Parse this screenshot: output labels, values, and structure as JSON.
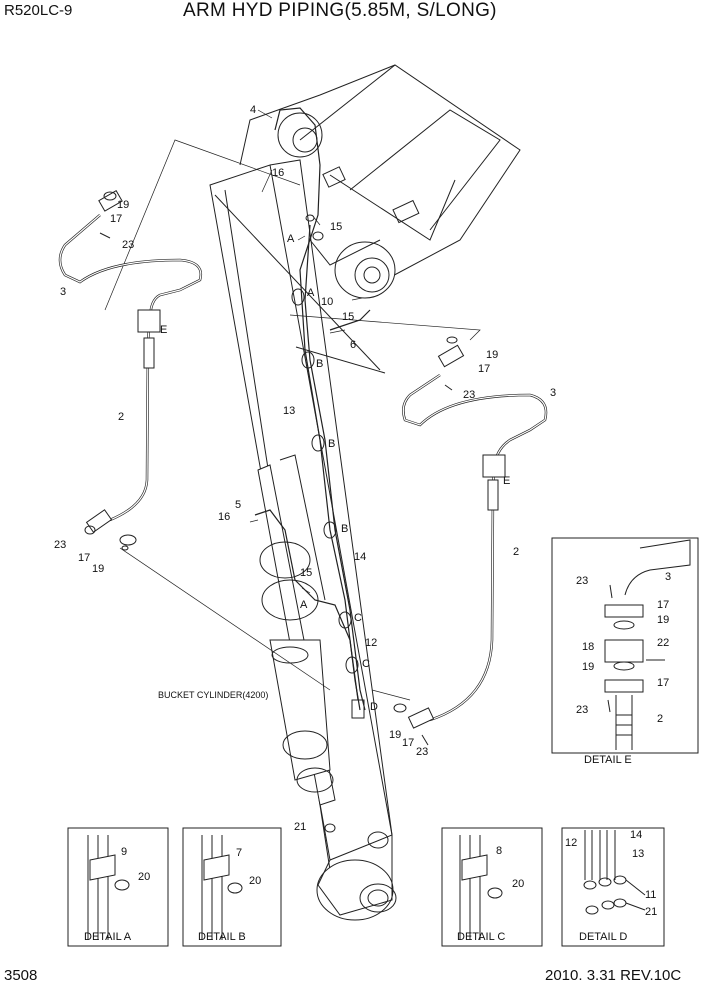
{
  "header": {
    "model": "R520LC-9",
    "title": "ARM HYD PIPING(5.85M, S/LONG)"
  },
  "footer": {
    "page_number": "3508",
    "revision": "2010. 3.31  REV.10C"
  },
  "callouts": {
    "c1": "4",
    "c2": "16",
    "c3": "19",
    "c4": "17",
    "c5": "23",
    "c6": "3",
    "c7": "A",
    "c8": "15",
    "c9": "A",
    "c10": "10",
    "c11": "15",
    "c12": "6",
    "c13": "E",
    "c14": "B",
    "c15": "13",
    "c16": "2",
    "c17": "B",
    "c18": "B",
    "c19": "14",
    "c20": "5",
    "c21": "16",
    "c22": "15",
    "c23": "A",
    "c24": "C",
    "c25": "12",
    "c26": "C",
    "c27": "D",
    "c28": "23",
    "c29": "17",
    "c30": "19",
    "c31": "19",
    "c32": "17",
    "c33": "23",
    "c34": "21",
    "c35": "19",
    "c36": "17",
    "c37": "23",
    "c38": "3",
    "c39": "E",
    "c40": "2",
    "bucket_cylinder": "BUCKET CYLINDER(4200)"
  },
  "detail_e": {
    "caption": "DETAIL  E",
    "labels": {
      "l1": "23",
      "l2": "3",
      "l3": "17",
      "l4": "19",
      "l5": "18",
      "l6": "22",
      "l7": "19",
      "l8": "17",
      "l9": "23",
      "l10": "2"
    }
  },
  "detail_a": {
    "caption": "DETAIL  A",
    "labels": {
      "l1": "9",
      "l2": "20"
    }
  },
  "detail_b": {
    "caption": "DETAIL  B",
    "labels": {
      "l1": "7",
      "l2": "20"
    }
  },
  "detail_c": {
    "caption": "DETAIL  C",
    "labels": {
      "l1": "8",
      "l2": "20"
    }
  },
  "detail_d": {
    "caption": "DETAIL  D",
    "labels": {
      "l1": "12",
      "l2": "14",
      "l3": "13",
      "l4": "11",
      "l5": "21"
    }
  }
}
